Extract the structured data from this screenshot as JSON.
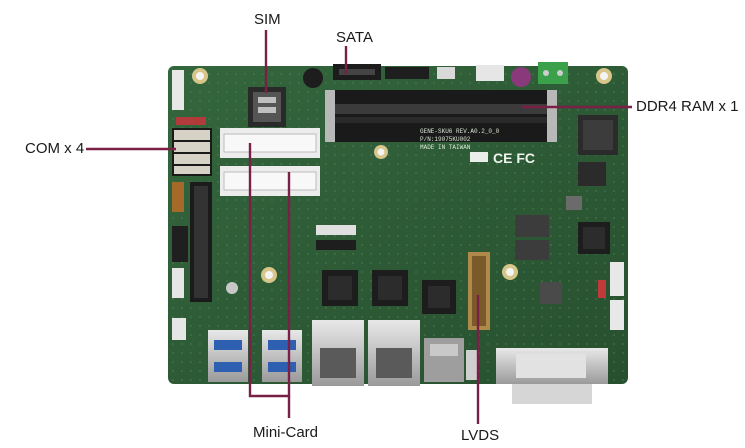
{
  "labels": {
    "sim": "SIM",
    "sata": "SATA",
    "ddr4": "DDR4 RAM x 1",
    "com": "COM x 4",
    "mini_card": "Mini-Card",
    "lvds": "LVDS"
  },
  "board_silkscreen": {
    "line1": "GENE-SKU6 REV.A0.2_0_0",
    "line2": "P/N:19075KU002",
    "line3": "MADE IN TAIWAN",
    "ce_mark": "CE FC"
  },
  "colors": {
    "callout_line": "#7a1f45",
    "pcb": "#2f5e38",
    "pcb_dark": "#244b2d"
  }
}
